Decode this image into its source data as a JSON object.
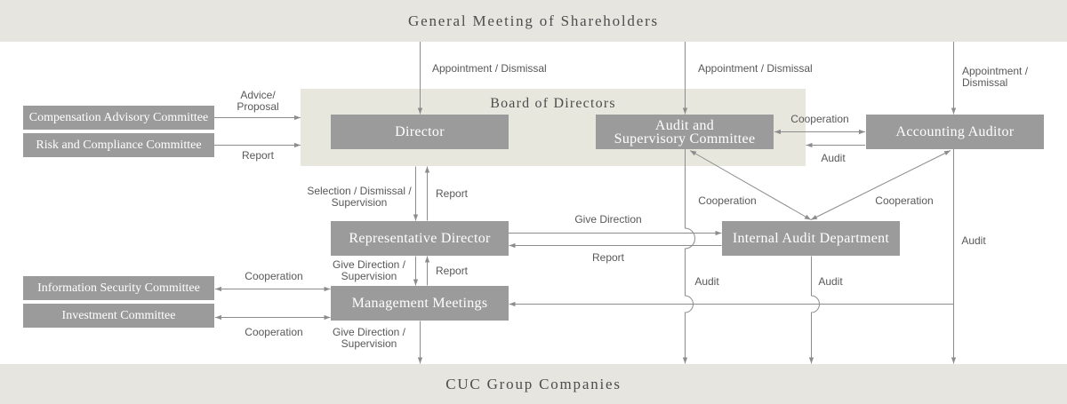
{
  "colors": {
    "band": "#e6e5df",
    "board": "#e8e7dd",
    "box": "#9b9b9b",
    "box_text": "#ffffff",
    "line": "#8c8c8c",
    "label": "#585858",
    "heading": "#4d4d4d"
  },
  "top_band": {
    "label": "General Meeting of Shareholders"
  },
  "bottom_band": {
    "label": "CUC Group Companies"
  },
  "board": {
    "label": "Board of Directors"
  },
  "boxes": {
    "director": "Director",
    "audit_committee": "Audit and\nSupervisory Committee",
    "accounting_auditor": "Accounting Auditor",
    "compensation": "Compensation Advisory Committee",
    "risk": "Risk and Compliance Committee",
    "representative_director": "Representative Director",
    "internal_audit": "Internal Audit Department",
    "information_security": "Information Security Committee",
    "investment": "Investment Committee",
    "management_meetings": "Management Meetings"
  },
  "edges": {
    "appointment_director": "Appointment / Dismissal",
    "appointment_audit_committee": "Appointment / Dismissal",
    "appointment_accounting_auditor": "Appointment /\nDismissal",
    "advice_proposal": "Advice/\nProposal",
    "risk_report": "Report",
    "cooperation_auditors": "Cooperation",
    "audit_to_committee": "Audit",
    "selection": "Selection / Dismissal /\nSupervision",
    "report_to_board": "Report",
    "cooperation_committee_internal": "Cooperation",
    "cooperation_auditor_internal": "Cooperation",
    "give_direction_internal": "Give Direction",
    "report_internal": "Report",
    "audit_accounting_group": "Audit",
    "direction_management": "Give Direction /\nSupervision",
    "report_management": "Report",
    "cooperation_info_security": "Cooperation",
    "audit_committee_group": "Audit",
    "audit_internal_group": "Audit",
    "cooperation_investment": "Cooperation",
    "direction_group": "Give Direction /\nSupervision"
  }
}
